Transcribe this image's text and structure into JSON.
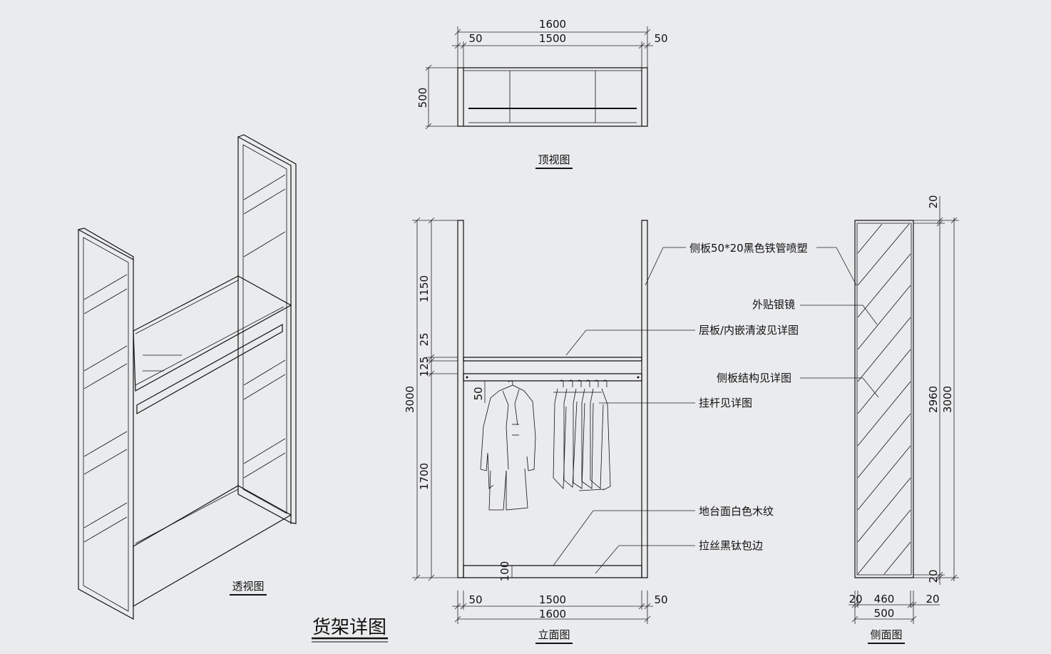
{
  "title": "货架详图",
  "views": {
    "top": "顶视图",
    "perspective": "透视图",
    "elevation": "立面图",
    "side": "侧面图"
  },
  "top_dims": {
    "overall": "1600",
    "left": "50",
    "middle": "1500",
    "right": "50",
    "depth": "500"
  },
  "elev_dims": {
    "v_total": "3000",
    "v_top": "1150",
    "v_shelf": "25",
    "v_gap": "125",
    "v_bottom": "1700",
    "hang": "50",
    "base": "100",
    "b_left": "50",
    "b_mid": "1500",
    "b_right": "50",
    "b_total": "1600"
  },
  "annotations": {
    "side_panel": "侧板50*20黑色铁管喷塑",
    "mirror": "外贴银镜",
    "shelf": "层板/内嵌清波见详图",
    "side_structure": "侧板结构见详图",
    "rod": "挂杆见详图",
    "floor": "地台面白色木纹",
    "edge": "拉丝黑钛包边"
  },
  "side_dims": {
    "top": "20",
    "inner": "2960",
    "total": "3000",
    "bottom": "20",
    "b_left": "20",
    "b_mid": "460",
    "b_right": "20",
    "b_total": "500"
  }
}
